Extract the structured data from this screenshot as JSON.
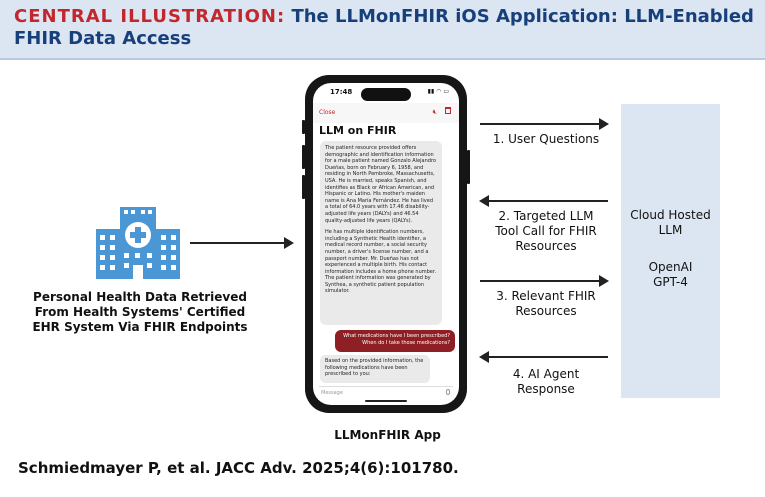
{
  "header": {
    "label": "CENTRAL ILLUSTRATION:",
    "title": "The LLMonFHIR iOS Application: LLM-Enabled FHIR Data Access"
  },
  "left": {
    "icon": "hospital-icon",
    "label_lines": [
      "Personal Health Data Retrieved",
      "From Health Systems' Certified",
      "EHR System Via FHIR Endpoints"
    ]
  },
  "phone": {
    "time": "17:48",
    "close": "Close",
    "title": "LLM on FHIR",
    "system_message": [
      "The patient resource provided offers demographic and identification information for a male patient named Gonzalo Alejandro Dueñas, born on February 6, 1958, and residing in North Pembroke, Massachusetts, USA. He is married, speaks Spanish, and identifies as Black or African American, and Hispanic or Latino. His mother's maiden name is Ana María Fernández. He has lived a total of 64.0 years with 17.46 disability-adjusted life years (DALYs) and 46.54 quality-adjusted life years (QALYs).",
      "He has multiple identification numbers, including a Synthetic Health identifier, a medical record number, a social security number, a driver's license number, and a passport number. Mr. Dueñas has not experienced a multiple birth. His contact information includes a home phone number. The patient information was generated by Synthea, a synthetic patient population simulator."
    ],
    "user_message": [
      "What medications have I been prescribed?",
      "When do I take those medications?"
    ],
    "answer": "Based on the provided information, the following medications have been prescribed to you:",
    "input_placeholder": "Message",
    "app_label": "LLMonFHIR App"
  },
  "steps": [
    {
      "label_lines": [
        "1. User Questions"
      ]
    },
    {
      "label_lines": [
        "2. Targeted LLM",
        "Tool Call for FHIR",
        "Resources"
      ]
    },
    {
      "label_lines": [
        "3. Relevant FHIR",
        "Resources"
      ]
    },
    {
      "label_lines": [
        "4. AI Agent",
        "Response"
      ]
    }
  ],
  "cloud": {
    "title_lines": [
      "Cloud Hosted",
      "LLM"
    ],
    "model_lines": [
      "OpenAI",
      "GPT-4"
    ]
  },
  "footer": {
    "citation": "Schmiedmayer P, et al. JACC Adv. 2025;4(6):101780."
  },
  "colors": {
    "accent_red": "#c1272d",
    "title_blue": "#173f7a",
    "panel_blue": "#dce6f3",
    "hospital_blue": "#4b97d6",
    "user_bubble": "#8e1f24"
  }
}
